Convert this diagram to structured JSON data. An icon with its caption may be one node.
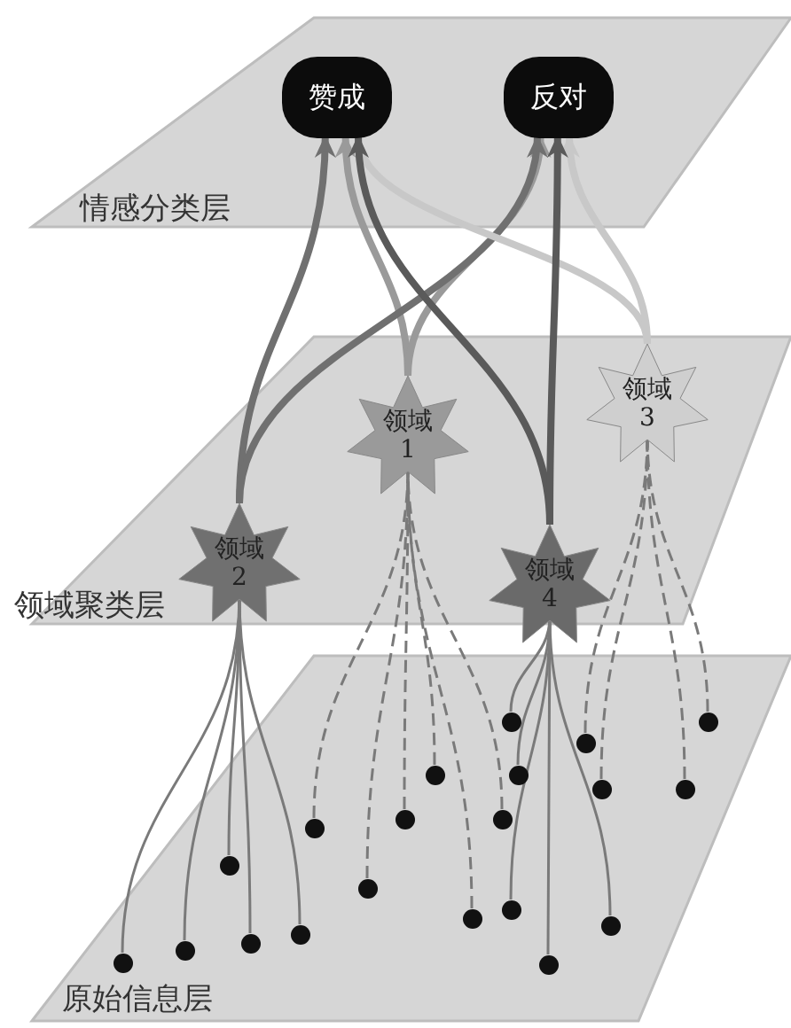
{
  "diagram": {
    "nodes": [
      {
        "text": [
          "情感分类层"
        ]
      },
      {
        "text": [
          "赞成"
        ],
        "in": 0
      },
      {
        "text": [
          "反对"
        ],
        "in": 0
      },
      {
        "text": [
          "领域聚类层"
        ]
      },
      {
        "text": [
          "领域 1"
        ],
        "in": 3
      },
      {
        "text": [
          "领域 2"
        ],
        "in": 3
      },
      {
        "text": [
          "领域 3"
        ],
        "in": 3
      },
      {
        "text": [
          "领域 4"
        ],
        "in": 3
      },
      {
        "text": [
          "原始信息层"
        ]
      },
      {
        "text": [],
        "shape": "circle",
        "in": 8
      },
      {
        "text": [],
        "shape": "circle",
        "in": 8
      },
      {
        "text": [],
        "shape": "circle",
        "in": 8
      },
      {
        "text": [],
        "shape": "circle",
        "in": 8
      },
      {
        "text": [],
        "shape": "circle",
        "in": 8
      },
      {
        "text": [],
        "shape": "circle",
        "in": 8
      },
      {
        "text": [],
        "shape": "circle",
        "in": 8
      },
      {
        "text": [],
        "shape": "circle",
        "in": 8
      },
      {
        "text": [],
        "shape": "circle",
        "in": 8
      },
      {
        "text": [],
        "shape": "circle",
        "in": 8
      },
      {
        "text": [],
        "shape": "circle",
        "in": 8
      },
      {
        "text": [],
        "shape": "circle",
        "in": 8
      },
      {
        "text": [],
        "shape": "circle",
        "in": 8
      },
      {
        "text": [],
        "shape": "circle",
        "in": 8
      },
      {
        "text": [],
        "shape": "circle",
        "in": 8
      },
      {
        "text": [],
        "shape": "circle",
        "in": 8
      },
      {
        "text": [],
        "shape": "circle",
        "in": 8
      },
      {
        "text": [],
        "shape": "circle",
        "in": 8
      },
      {
        "text": [],
        "shape": "circle",
        "in": 8
      },
      {
        "text": [],
        "shape": "circle",
        "in": 8
      }
    ],
    "edges": [
      {
        "from": 4,
        "to": 1,
        "arrow": "to",
        "style": "thick",
        "color": "#9a9a9a"
      },
      {
        "from": 4,
        "to": 2,
        "arrow": "to",
        "style": "thick",
        "color": "#9a9a9a"
      },
      {
        "from": 5,
        "to": 1,
        "arrow": "to",
        "style": "thick",
        "color": "#707070"
      },
      {
        "from": 5,
        "to": 2,
        "arrow": "to",
        "style": "thick",
        "color": "#707070"
      },
      {
        "from": 6,
        "to": 1,
        "arrow": "to",
        "style": "thick",
        "color": "#c8c8c8"
      },
      {
        "from": 6,
        "to": 2,
        "arrow": "to",
        "style": "thick",
        "color": "#c8c8c8"
      },
      {
        "from": 7,
        "to": 1,
        "arrow": "to",
        "style": "thick",
        "color": "#5a5a5a"
      },
      {
        "from": 7,
        "to": 2,
        "arrow": "to",
        "style": "thick",
        "color": "#5a5a5a"
      },
      {
        "from": 12,
        "to": 4,
        "arrow": "none",
        "style": "dashed"
      },
      {
        "from": 16,
        "to": 4,
        "arrow": "none",
        "style": "dashed"
      },
      {
        "from": 17,
        "to": 4,
        "arrow": "none",
        "style": "dashed"
      },
      {
        "from": 18,
        "to": 4,
        "arrow": "none",
        "style": "dashed"
      },
      {
        "from": 20,
        "to": 4,
        "arrow": "none",
        "style": "dashed"
      },
      {
        "from": 22,
        "to": 4,
        "arrow": "none",
        "style": "dashed"
      },
      {
        "from": 19,
        "to": 5,
        "arrow": "none"
      },
      {
        "from": 24,
        "to": 5,
        "arrow": "none"
      },
      {
        "from": 25,
        "to": 5,
        "arrow": "none"
      },
      {
        "from": 26,
        "to": 5,
        "arrow": "none"
      },
      {
        "from": 27,
        "to": 5,
        "arrow": "none"
      },
      {
        "from": 10,
        "to": 6,
        "arrow": "none",
        "style": "dashed"
      },
      {
        "from": 11,
        "to": 6,
        "arrow": "none",
        "style": "dashed"
      },
      {
        "from": 14,
        "to": 6,
        "arrow": "none",
        "style": "dashed"
      },
      {
        "from": 15,
        "to": 6,
        "arrow": "none",
        "style": "dashed"
      },
      {
        "from": 9,
        "to": 7,
        "arrow": "none"
      },
      {
        "from": 13,
        "to": 7,
        "arrow": "none"
      },
      {
        "from": 21,
        "to": 7,
        "arrow": "none"
      },
      {
        "from": 23,
        "to": 7,
        "arrow": "none"
      },
      {
        "from": 28,
        "to": 7,
        "arrow": "none"
      }
    ]
  }
}
